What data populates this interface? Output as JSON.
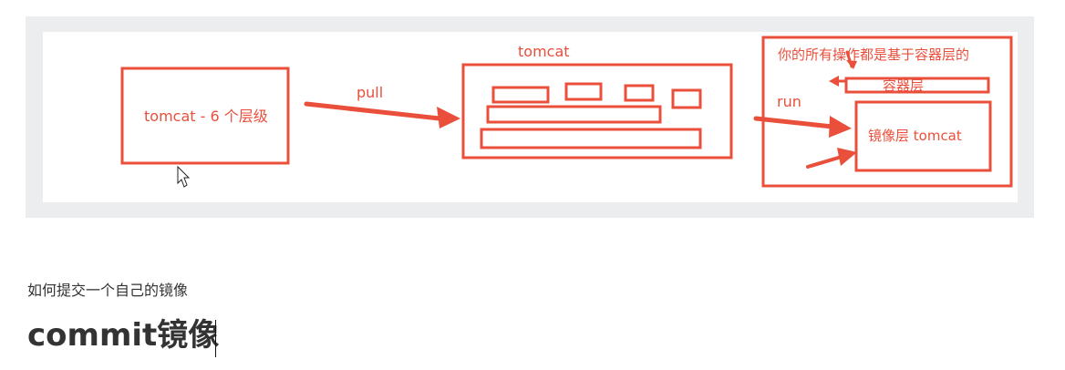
{
  "diagram": {
    "labels": {
      "source_box": "tomcat - 6 个层级",
      "pull": "pull",
      "middle_title": "tomcat",
      "run": "run",
      "right_note": "你的所有操作都是基于容器层的",
      "container_layer": "容器层",
      "image_layer": "镜像层 tomcat"
    },
    "colors": {
      "accent": "#ea4f3b",
      "frame": "#ecedef",
      "canvas": "#ffffff"
    }
  },
  "content": {
    "intro": "如何提交一个自己的镜像",
    "heading": "commit镜像"
  }
}
